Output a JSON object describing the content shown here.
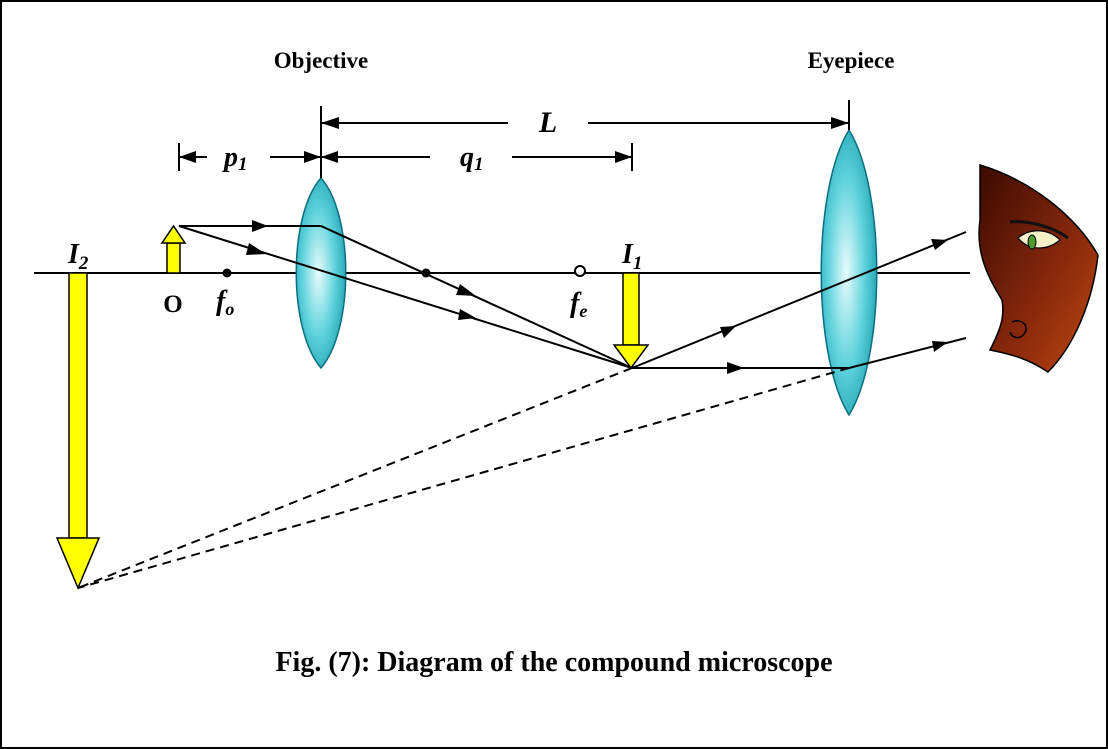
{
  "labels": {
    "objective": "Objective",
    "eyepiece": "Eyepiece",
    "L": "L",
    "p1_main": "p",
    "p1_sub": "1",
    "q1_main": "q",
    "q1_sub": "1",
    "I1_main": "I",
    "I1_sub": "1",
    "I2_main": "I",
    "I2_sub": "2",
    "object": "O",
    "fo_main": "f",
    "fo_sub": "o",
    "fe_main": "f",
    "fe_sub": "e"
  },
  "caption": "Fig. (7): Diagram of the compound microscope",
  "colors": {
    "lens": "#5fd3dc",
    "arrow": "#ffff00",
    "face": "#8b2a0c",
    "line": "#000000"
  }
}
